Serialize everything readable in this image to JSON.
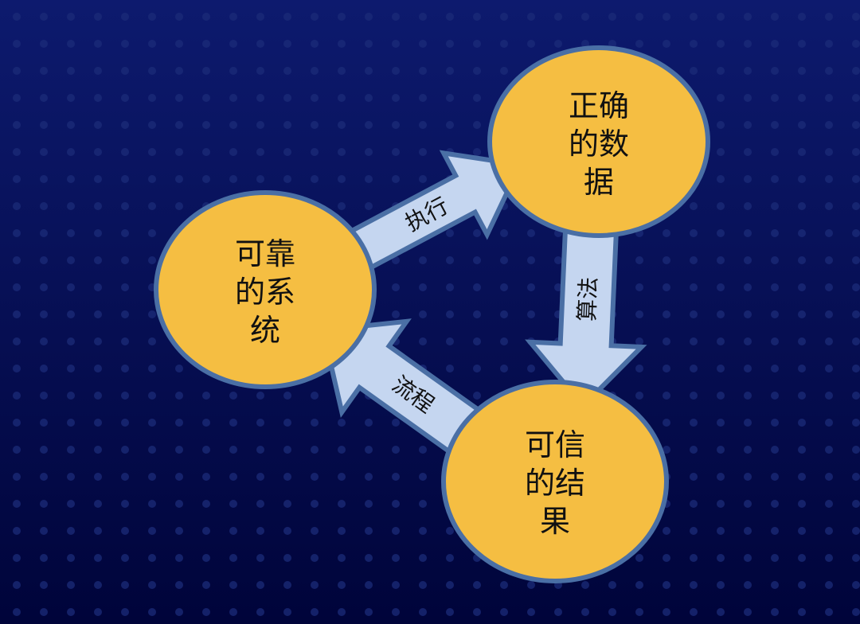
{
  "nodes": [
    {
      "id": "reliable-system",
      "lines": [
        "可靠",
        "的系",
        "统"
      ]
    },
    {
      "id": "correct-data",
      "lines": [
        "正确",
        "的数",
        "据"
      ]
    },
    {
      "id": "trusted-result",
      "lines": [
        "可信",
        "的结",
        "果"
      ]
    }
  ],
  "arrows": [
    {
      "label": "执行",
      "from": "reliable-system",
      "to": "correct-data"
    },
    {
      "label": "算法",
      "from": "correct-data",
      "to": "trusted-result"
    },
    {
      "label": "流程",
      "from": "trusted-result",
      "to": "reliable-system"
    }
  ],
  "colors": {
    "node_fill": "#f5be42",
    "outline": "#4a6fa5",
    "arrow_fill": "#c5d6f0",
    "bg_top": "#0d1a6e",
    "bg_bottom": "#00043a",
    "dot": "#1a2a78"
  }
}
